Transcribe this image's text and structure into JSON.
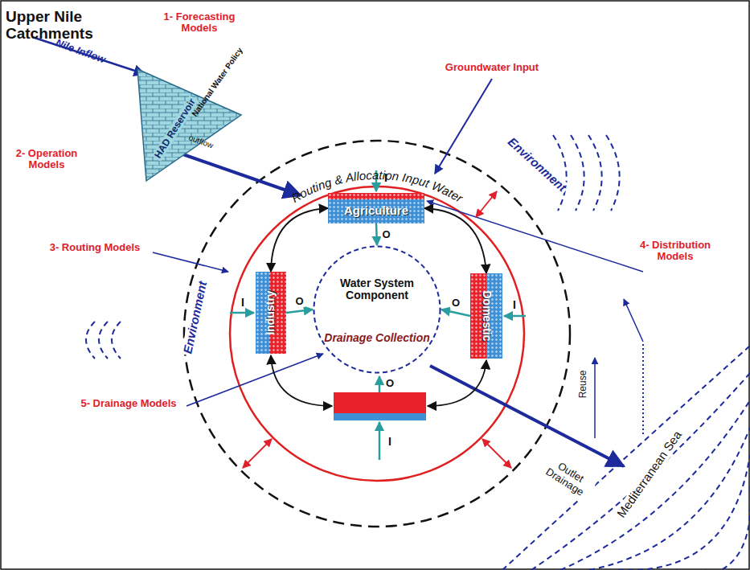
{
  "diagram": {
    "nodes": [
      {
        "text": [
          "HAD Reservoir"
        ]
      },
      {
        "text": [
          "Agriculture"
        ]
      },
      {
        "text": [
          "Industry"
        ]
      },
      {
        "text": [
          "Domestic"
        ]
      },
      {
        "text": [
          "Water System Component",
          "Drainage Collection"
        ]
      }
    ],
    "edges": [
      {
        "from": 1,
        "to": 3,
        "arrow": "both"
      },
      {
        "from": 1,
        "to": 2,
        "arrow": "both"
      },
      {
        "from": 1,
        "to": 4,
        "label": "O",
        "arrow": "to"
      },
      {
        "from": 2,
        "to": 4,
        "label": "O",
        "arrow": "to"
      },
      {
        "from": 3,
        "to": 4,
        "label": "O",
        "arrow": "to"
      }
    ],
    "labels": [
      "Upper Nile Catchments",
      "1- Forecasting Models",
      "Nile Inflow",
      "National Water Policy",
      "outflow",
      "2- Operation Models",
      "Groundwater Input",
      "Routing & Allocation Input Water",
      "Environment",
      "I",
      "3- Routing Models",
      "4- Distribution Models",
      "I",
      "I",
      "Environment",
      "5- Drainage Models",
      "Reuse",
      "O",
      "I",
      "Outlet Drainage",
      "Mediterranean Sea"
    ]
  }
}
